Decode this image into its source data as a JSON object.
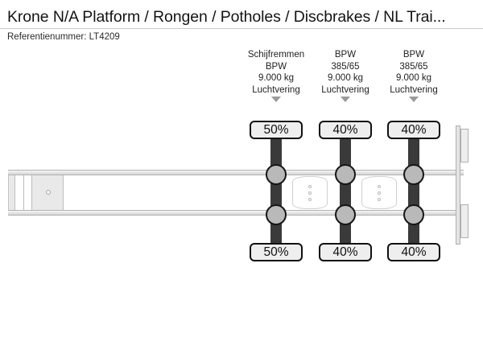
{
  "header": {
    "title": "Krone N/A Platform / Rongen / Potholes / Discbrakes / NL Trai...",
    "reference_label": "Referentienummer: LT4209"
  },
  "diagram": {
    "type": "trailer-side-view",
    "colors": {
      "axle_bar": "#3a3a3a",
      "wheel_fill": "#b9b9b9",
      "badge_border": "#111111",
      "badge_fill": "#eeeeee",
      "rail": "#e6e6e6",
      "arrow": "#9a9a9a"
    },
    "axles": [
      {
        "index": 1,
        "spec_lines": [
          "Schijfremmen",
          "BPW",
          "9.000 kg",
          "Luchtvering"
        ],
        "brake_wear_top": "50%",
        "brake_wear_bottom": "50%",
        "arrow": "down-triangle"
      },
      {
        "index": 2,
        "spec_lines": [
          "BPW",
          "385/65",
          "9.000 kg",
          "Luchtvering"
        ],
        "brake_wear_top": "40%",
        "brake_wear_bottom": "40%",
        "arrow": "down-triangle"
      },
      {
        "index": 3,
        "spec_lines": [
          "BPW",
          "385/65",
          "9.000 kg",
          "Luchtvering"
        ],
        "brake_wear_top": "40%",
        "brake_wear_bottom": "40%",
        "arrow": "down-triangle"
      }
    ],
    "chassis": {
      "front_kingpin": "kingpin-plate",
      "hangers": 2,
      "hanger_holes": 3,
      "rear_bumper": "rear-underrun-bar"
    }
  }
}
